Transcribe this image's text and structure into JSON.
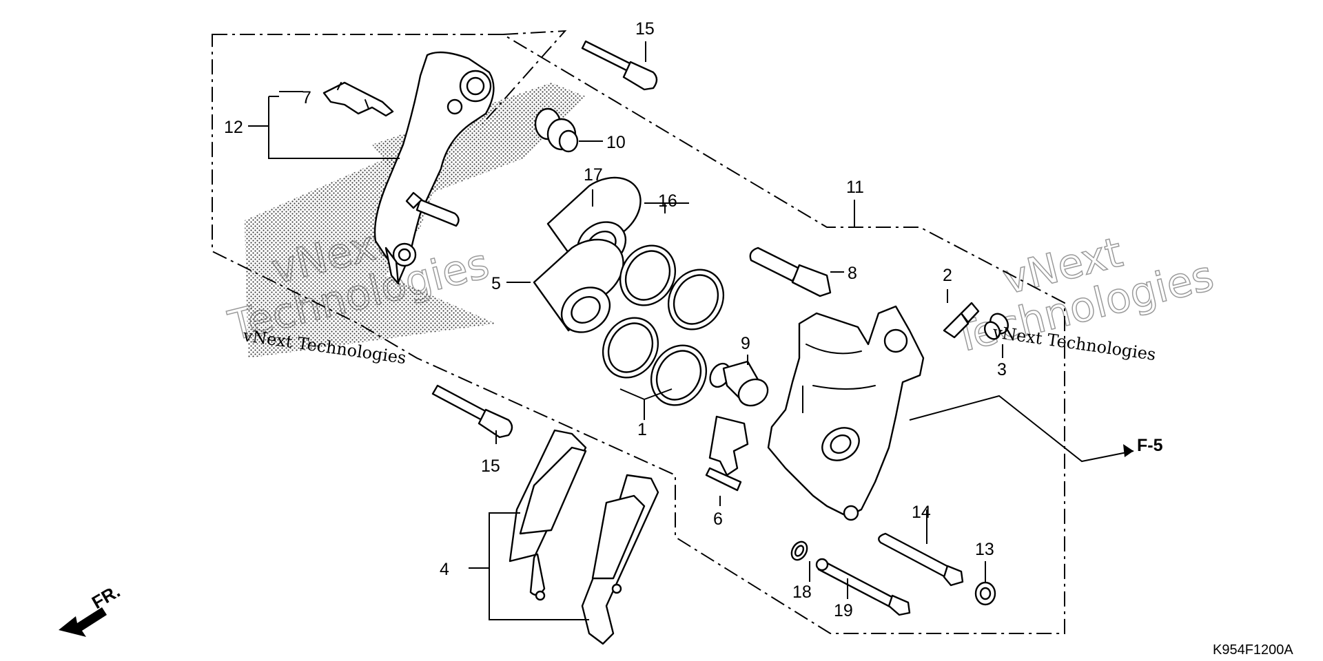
{
  "callouts": {
    "c1": "1",
    "c2": "2",
    "c3": "3",
    "c4": "4",
    "c5": "5",
    "c6": "6",
    "c7": "7",
    "c8": "8",
    "c9": "9",
    "c10": "10",
    "c11": "11",
    "c12": "12",
    "c13": "13",
    "c14": "14",
    "c15a": "15",
    "c15b": "15",
    "c16": "16",
    "c17": "17",
    "c18": "18",
    "c19": "19"
  },
  "reference": {
    "label": "F-5"
  },
  "direction": {
    "label": "FR."
  },
  "diagram_code": "K954F1200A",
  "watermark": {
    "small_left": "vNext Technologies",
    "small_right": "vNext Technologies",
    "big_left_1": "vNext",
    "big_left_2": "Technologies",
    "big_right_1": "vNext",
    "big_right_2": "Technologies"
  }
}
